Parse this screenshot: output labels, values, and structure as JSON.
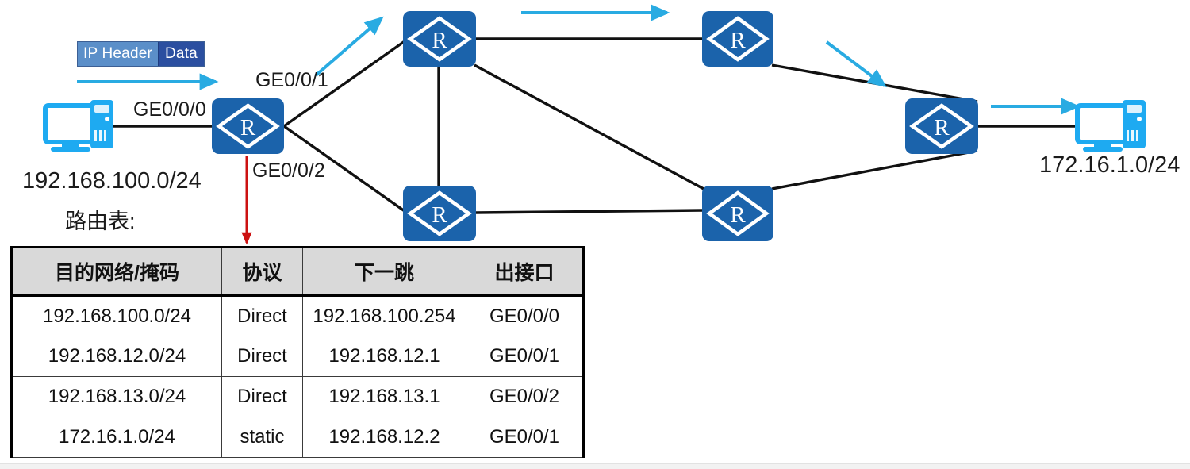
{
  "diagram": {
    "title": "IP routing topology with routing table",
    "packet": {
      "header_label": "IP Header",
      "data_label": "Data",
      "header_color": "#5b8fc9",
      "data_color": "#2b4fa0"
    },
    "networks": {
      "source": "192.168.100.0/24",
      "destination": "172.16.1.0/24"
    },
    "interfaces": {
      "ge000": "GE0/0/0",
      "ge001": "GE0/0/1",
      "ge002": "GE0/0/2"
    },
    "router_glyph": "R",
    "colors": {
      "router_fill": "#1b63ab",
      "link": "#111111",
      "flow_arrow": "#29ABE2",
      "pointer_arrow": "#cc1111",
      "pc_icon": "#1eaaf1"
    },
    "nodes": [
      {
        "id": "pc-source",
        "type": "pc",
        "label": "192.168.100.0/24"
      },
      {
        "id": "router-r1",
        "type": "router",
        "label": "R"
      },
      {
        "id": "router-r2",
        "type": "router",
        "label": "R"
      },
      {
        "id": "router-r3",
        "type": "router",
        "label": "R"
      },
      {
        "id": "router-r4",
        "type": "router",
        "label": "R"
      },
      {
        "id": "router-r5",
        "type": "router",
        "label": "R"
      },
      {
        "id": "router-r6",
        "type": "router",
        "label": "R"
      },
      {
        "id": "pc-dest",
        "type": "pc",
        "label": "172.16.1.0/24"
      }
    ]
  },
  "table": {
    "caption": "路由表:",
    "columns": [
      "目的网络/掩码",
      "协议",
      "下一跳",
      "出接口"
    ],
    "rows": [
      [
        "192.168.100.0/24",
        "Direct",
        "192.168.100.254",
        "GE0/0/0"
      ],
      [
        "192.168.12.0/24",
        "Direct",
        "192.168.12.1",
        "GE0/0/1"
      ],
      [
        "192.168.13.0/24",
        "Direct",
        "192.168.13.1",
        "GE0/0/2"
      ],
      [
        "172.16.1.0/24",
        "static",
        "192.168.12.2",
        "GE0/0/1"
      ]
    ]
  }
}
